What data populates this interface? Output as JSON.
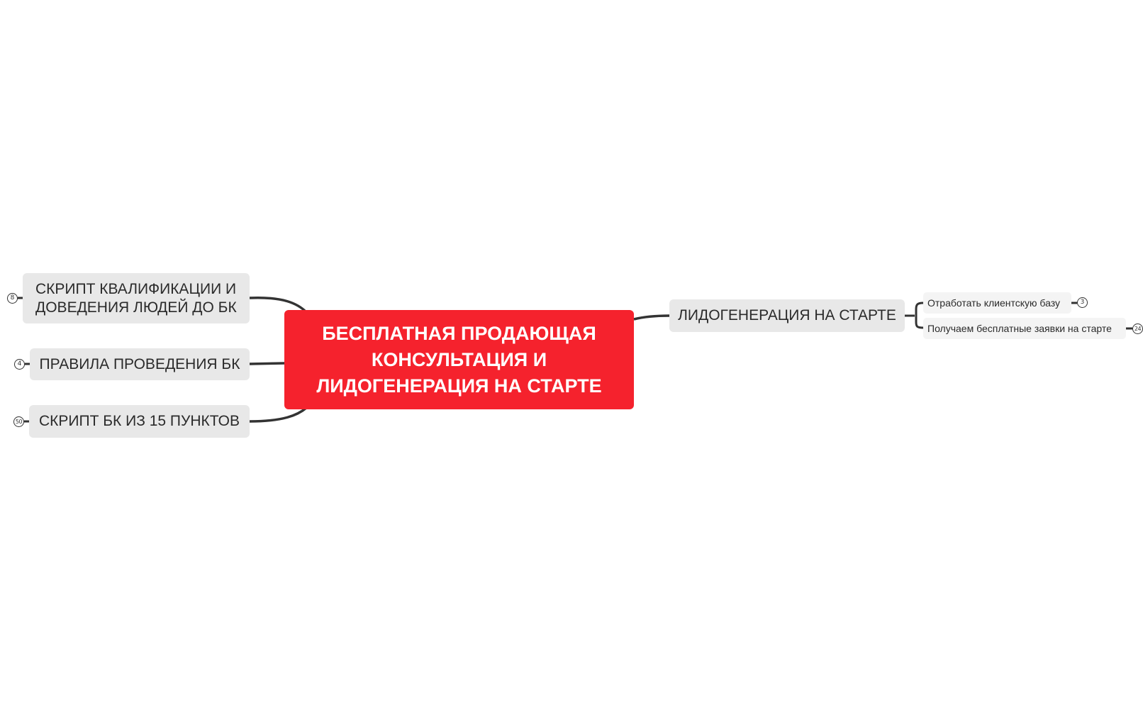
{
  "mindmap": {
    "central_topic": {
      "label": "БЕСПЛАТНАЯ ПРОДАЮЩАЯ КОНСУЛЬТАЦИЯ И ЛИДОГЕНЕРАЦИЯ НА СТАРТЕ",
      "color": "#f5222d"
    },
    "left_topics": [
      {
        "label": "СКРИПТ КВАЛИФИКАЦИИ И ДОВЕДЕНИЯ ЛЮДЕЙ ДО БК",
        "collapsed_count": "8"
      },
      {
        "label": "ПРАВИЛА ПРОВЕДЕНИЯ БК",
        "collapsed_count": "4"
      },
      {
        "label": "СКРИПТ БК ИЗ 15 ПУНКТОВ",
        "collapsed_count": "50"
      }
    ],
    "right_topics": [
      {
        "label": "ЛИДОГЕНЕРАЦИЯ НА СТАРТЕ",
        "subtopics": [
          {
            "label": "Отработать клиентскую базу",
            "collapsed_count": "3"
          },
          {
            "label": "Получаем бесплатные заявки на старте",
            "collapsed_count": "24"
          }
        ]
      }
    ],
    "topic_fill": "#e8e8e8",
    "subtopic_fill": "#f4f4f4",
    "connector_color": "#333333"
  }
}
